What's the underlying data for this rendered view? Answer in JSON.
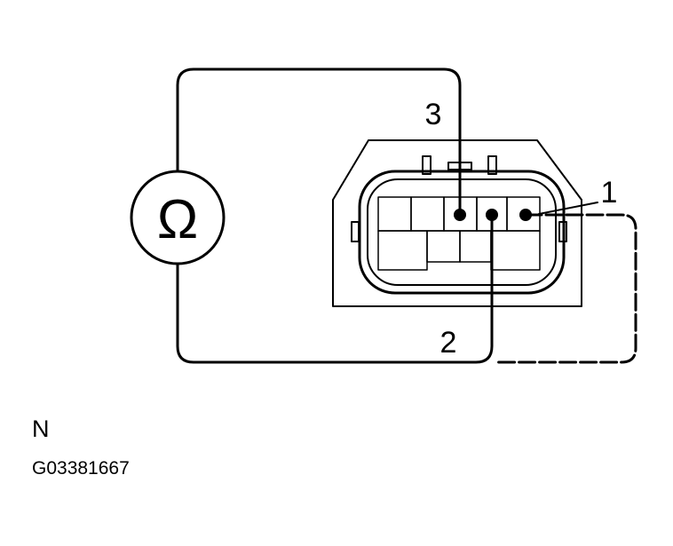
{
  "meter": {
    "symbol": "Ω",
    "icon": "ohmmeter-icon"
  },
  "pins": [
    {
      "label": "3"
    },
    {
      "label": "1"
    },
    {
      "label": "2"
    }
  ],
  "captions": {
    "orientation": "N",
    "figure_id": "G03381667"
  },
  "colors": {
    "ink": "#000000",
    "background": "#ffffff"
  }
}
